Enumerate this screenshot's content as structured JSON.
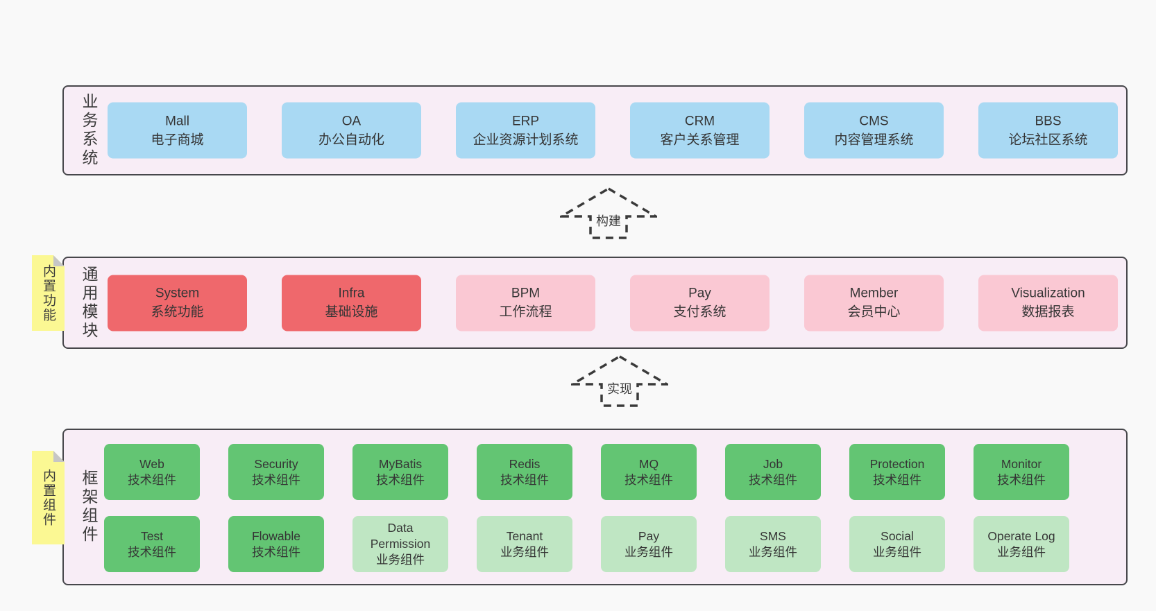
{
  "diagram": {
    "colors": {
      "container_bg": "#f8edf6",
      "blue": "#a9d9f3",
      "red": "#ef686c",
      "pink": "#fac8d3",
      "green": "#63c573",
      "lightgreen": "#bfe6c3",
      "yellow": "#fbf893"
    },
    "arrows": [
      {
        "label": "构建"
      },
      {
        "label": "实现"
      }
    ],
    "layers": [
      {
        "label": "业务系统",
        "boxes": [
          {
            "title": "Mall",
            "subtitle": "电子商城"
          },
          {
            "title": "OA",
            "subtitle": "办公自动化"
          },
          {
            "title": "ERP",
            "subtitle": "企业资源计划系统"
          },
          {
            "title": "CRM",
            "subtitle": "客户关系管理"
          },
          {
            "title": "CMS",
            "subtitle": "内容管理系统"
          },
          {
            "title": "BBS",
            "subtitle": "论坛社区系统"
          }
        ]
      },
      {
        "label": "通用模块",
        "note": "内置功能",
        "boxes": [
          {
            "title": "System",
            "subtitle": "系统功能"
          },
          {
            "title": "Infra",
            "subtitle": "基础设施"
          },
          {
            "title": "BPM",
            "subtitle": "工作流程"
          },
          {
            "title": "Pay",
            "subtitle": "支付系统"
          },
          {
            "title": "Member",
            "subtitle": "会员中心"
          },
          {
            "title": "Visualization",
            "subtitle": "数据报表"
          }
        ]
      },
      {
        "label": "框架组件",
        "note": "内置组件",
        "rows": [
          [
            {
              "title": "Web",
              "subtitle": "技术组件"
            },
            {
              "title": "Security",
              "subtitle": "技术组件"
            },
            {
              "title": "MyBatis",
              "subtitle": "技术组件"
            },
            {
              "title": "Redis",
              "subtitle": "技术组件"
            },
            {
              "title": "MQ",
              "subtitle": "技术组件"
            },
            {
              "title": "Job",
              "subtitle": "技术组件"
            },
            {
              "title": "Protection",
              "subtitle": "技术组件"
            },
            {
              "title": "Monitor",
              "subtitle": "技术组件"
            }
          ],
          [
            {
              "title": "Test",
              "subtitle": "技术组件"
            },
            {
              "title": "Flowable",
              "subtitle": "技术组件"
            },
            {
              "title": "Data Permission",
              "subtitle": "业务组件"
            },
            {
              "title": "Tenant",
              "subtitle": "业务组件"
            },
            {
              "title": "Pay",
              "subtitle": "业务组件"
            },
            {
              "title": "SMS",
              "subtitle": "业务组件"
            },
            {
              "title": "Social",
              "subtitle": "业务组件"
            },
            {
              "title": "Operate Log",
              "subtitle": "业务组件"
            }
          ]
        ]
      }
    ]
  }
}
